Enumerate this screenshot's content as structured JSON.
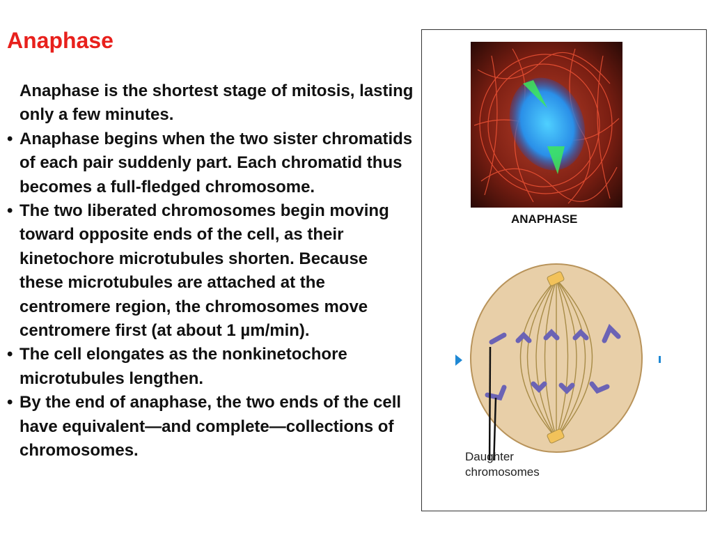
{
  "slide": {
    "title": "Anaphase",
    "bullets": [
      {
        "bullet": "",
        "text": "Anaphase is the shortest stage of mitosis, lasting only a few minutes."
      },
      {
        "bullet": "•",
        "text": "Anaphase begins when the two sister chromatids of each pair suddenly part. Each chromatid thus becomes a full-fledged chromosome."
      },
      {
        "bullet": "•",
        "text": "The two liberated chromosomes begin moving toward opposite ends of the cell, as their kinetochore microtubules shorten. Because these microtubules are attached at the centromere region, the chromosomes move centromere first (at about 1 µm/min)."
      },
      {
        "bullet": "•",
        "text": "The cell elongates as the nonkinetochore microtubules lengthen."
      },
      {
        "bullet": "•",
        "text": "By the end of anaphase, the two ends of the cell have equivalent—and complete—collections of chromosomes."
      }
    ]
  },
  "figure": {
    "photo_label": "ANAPHASE",
    "caption": "Daughter\nchromosomes"
  },
  "colors": {
    "title": "#e8201c",
    "spindle": "#b59a52",
    "chromosome": "#6b63b5",
    "cell": "#e8cfa8",
    "centrosome": "#f2c25a",
    "arrow": "#1e88d4"
  }
}
